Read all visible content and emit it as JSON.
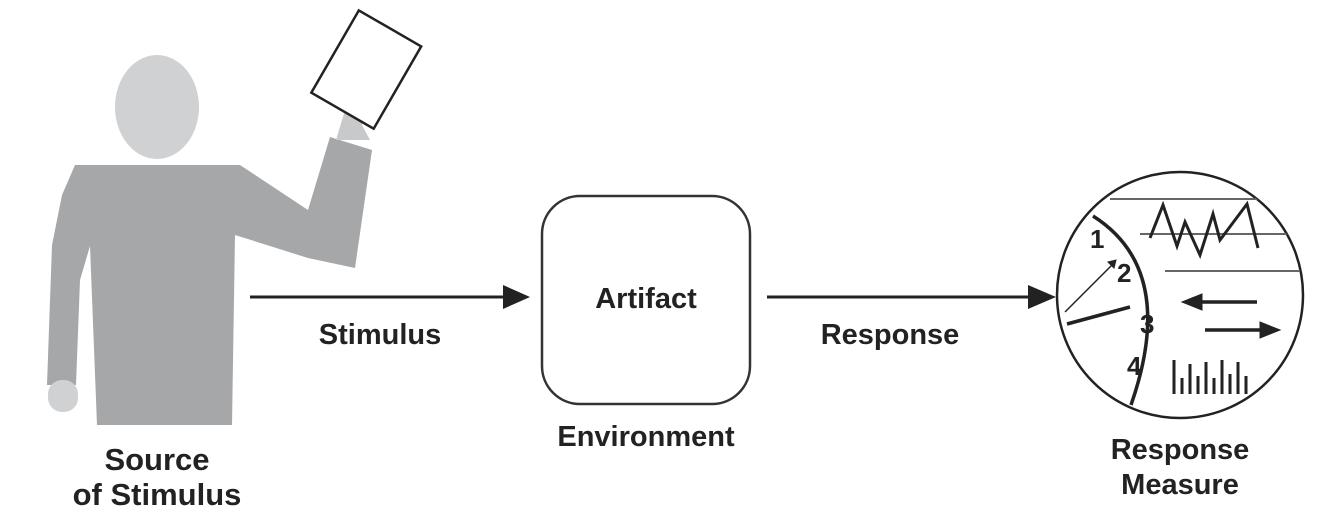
{
  "diagram": {
    "nodes": {
      "source": {
        "label_line1": "Source",
        "label_line2": "of Stimulus"
      },
      "artifact": {
        "label": "Artifact"
      },
      "environment": {
        "label": "Environment"
      },
      "response_measure": {
        "label_line1": "Response",
        "label_line2": "Measure",
        "gauge_numbers": [
          "1",
          "2",
          "3",
          "4"
        ]
      }
    },
    "edges": {
      "stimulus": {
        "label": "Stimulus"
      },
      "response": {
        "label": "Response"
      }
    },
    "colors": {
      "figure_body": "#a6a7a9",
      "figure_head": "#d0d1d2",
      "stroke": "#222222"
    }
  }
}
